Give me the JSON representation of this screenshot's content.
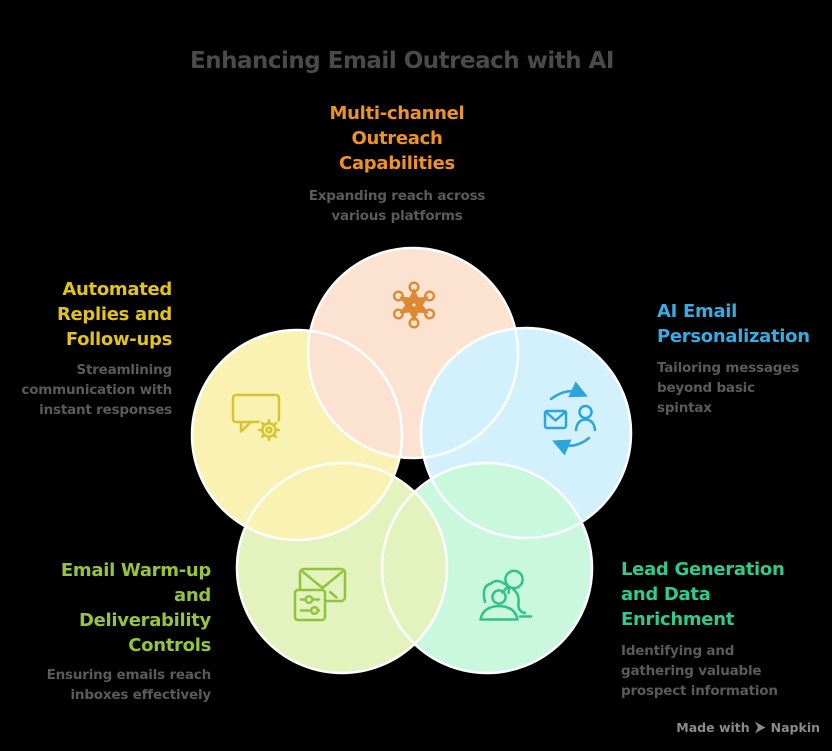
{
  "title": {
    "text": "Enhancing Email Outreach with AI",
    "color": "#4A4A4A"
  },
  "background": "#000000",
  "circle_stroke": "#FFFFFF",
  "description_color": "#5A5A5A",
  "petals": {
    "top": {
      "label": "Multi-channel\nOutreach\nCapabilities",
      "description": "Expanding reach across\nvarious platforms",
      "label_color": "#EE9227",
      "circle_fill": "#FCE3D1",
      "icon": "network-hub-icon",
      "icon_color": "#DB8A33"
    },
    "right": {
      "label": "AI Email\nPersonalization",
      "description": "Tailoring messages\nbeyond basic\nspintax",
      "label_color": "#36ACE2",
      "circle_fill": "#D3F1FC",
      "icon": "email-person-sync-icon",
      "icon_color": "#2BA5DB"
    },
    "bottom_right": {
      "label": "Lead Generation\nand Data\nEnrichment",
      "description": "Identifying and\ngathering valuable\nprospect information",
      "label_color": "#2FCA8D",
      "circle_fill": "#C9F8DE",
      "icon": "people-search-icon",
      "icon_color": "#2FC388"
    },
    "bottom_left": {
      "label": "Email Warm-up\nand\nDeliverability\nControls",
      "description": "Ensuring emails reach\ninboxes effectively",
      "label_color": "#95C43D",
      "circle_fill": "#E4F2BE",
      "icon": "email-settings-icon",
      "icon_color": "#8FC43F"
    },
    "left": {
      "label": "Automated\nReplies and\nFollow-ups",
      "description": "Streamlining\ncommunication with\ninstant responses",
      "label_color": "#E2C31E",
      "circle_fill": "#FAF2B3",
      "icon": "chat-gear-icon",
      "icon_color": "#D6C42E"
    }
  },
  "watermark": {
    "made_with": "Made with",
    "brand": "Napkin"
  }
}
